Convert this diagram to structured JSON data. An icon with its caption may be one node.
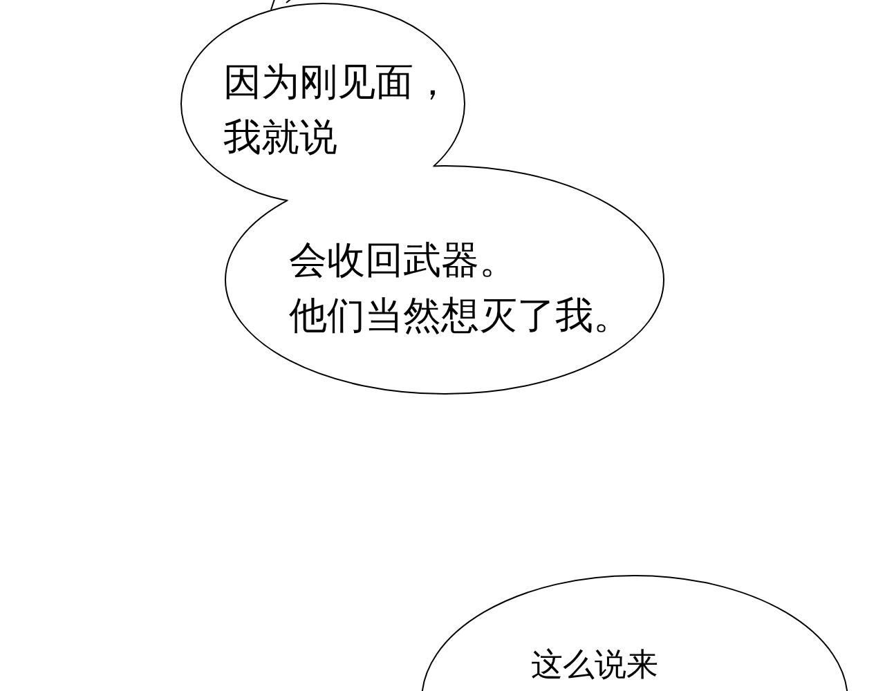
{
  "diagram": {
    "nodes": [
      {
        "text": [
          "因为刚见面，我就说"
        ]
      },
      {
        "text": [
          "会收回武器。",
          "他们当然想灭了我。"
        ]
      },
      {
        "text": [
          "这么说来"
        ]
      }
    ]
  }
}
